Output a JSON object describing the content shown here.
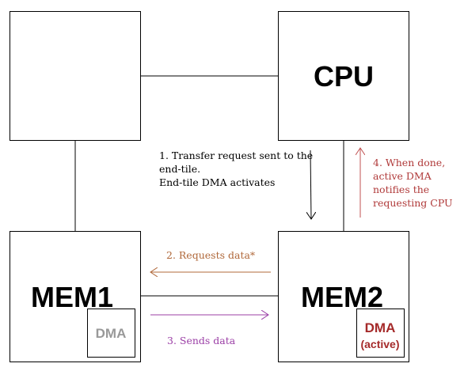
{
  "nodes": {
    "blank": {
      "label": ""
    },
    "cpu": {
      "label": "CPU"
    },
    "mem1": {
      "label": "MEM1",
      "dma": {
        "label": "DMA",
        "color": "#999999"
      }
    },
    "mem2": {
      "label": "MEM2",
      "dma": {
        "label": "DMA",
        "sublabel": "(active)",
        "color": "#a52a2a"
      }
    }
  },
  "steps": [
    {
      "lines": [
        "1. Transfer request sent to the",
        "end-tile.",
        "End-tile DMA activates"
      ],
      "color": "#000000"
    },
    {
      "lines": [
        "2. Requests data*"
      ],
      "color": "#b0683a"
    },
    {
      "lines": [
        "3. Sends data"
      ],
      "color": "#9b3fa6"
    },
    {
      "lines": [
        "4. When done,",
        "active DMA",
        "notifies the",
        "requesting CPU"
      ],
      "color": "#b03a3a"
    }
  ],
  "colors": {
    "line": "#000000",
    "step1_arrow": "#000000",
    "step2_arrow": "#b0683a",
    "step3_arrow": "#9b3fa6",
    "step4_arrow": "#c05050"
  }
}
